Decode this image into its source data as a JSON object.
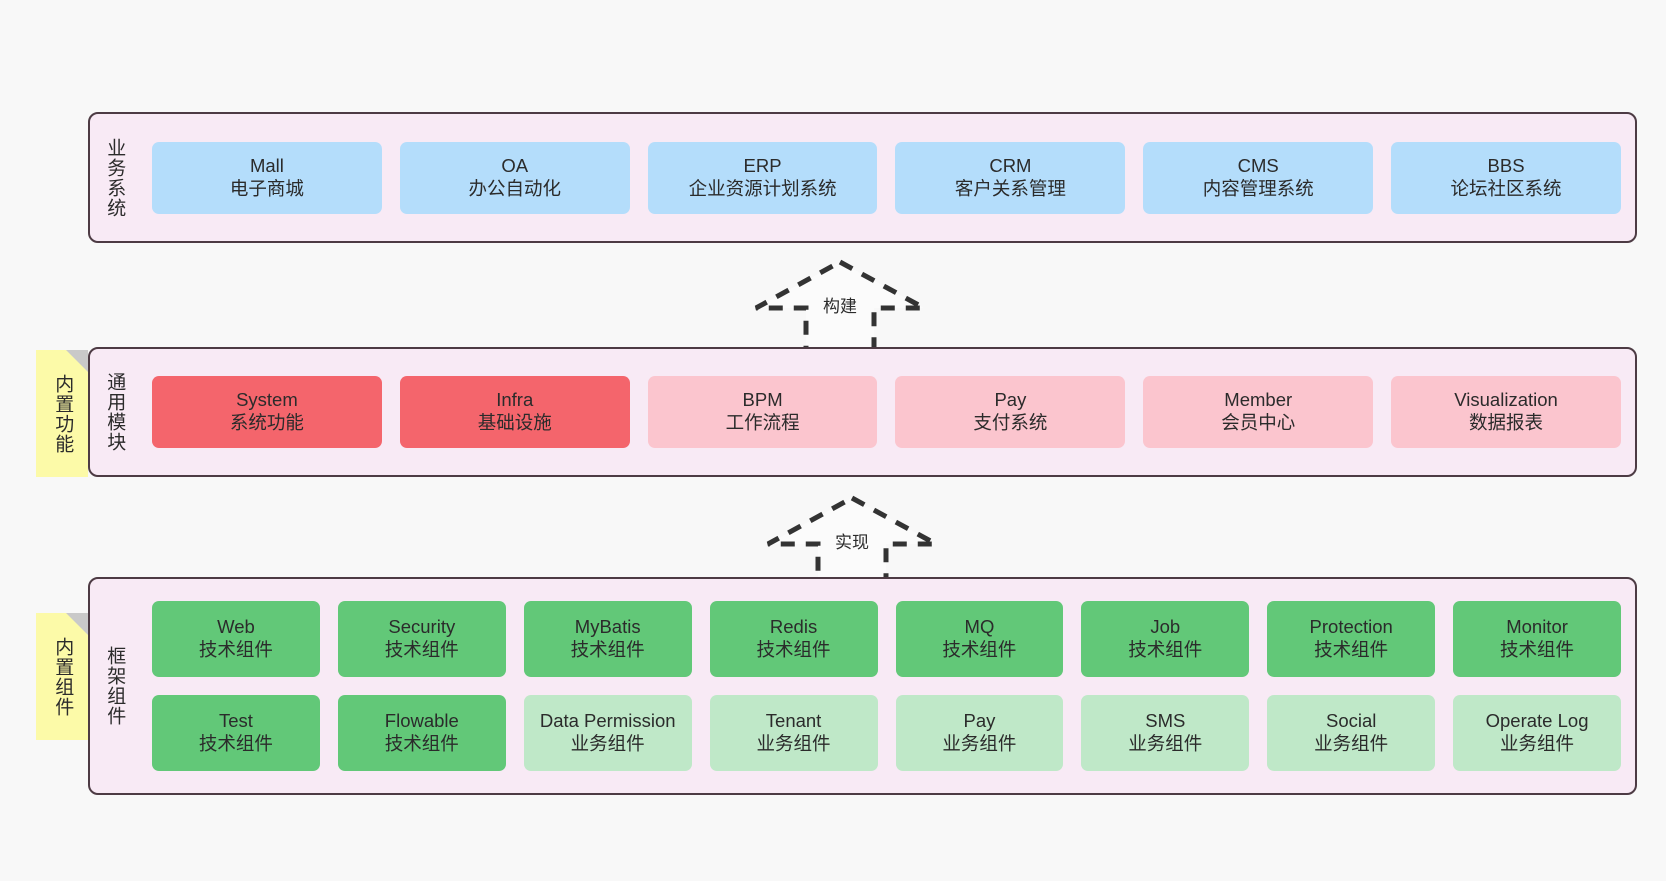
{
  "diagram": {
    "title": "Framework architecture layers",
    "colors": {
      "panel_background": "#f8eaf5",
      "panel_border": "#4d3b44",
      "business_card": "#b4ddfb",
      "module_core": "#f4656c",
      "module_optional": "#fbc5ce",
      "tech_component": "#62c878",
      "business_component": "#bfe8c8",
      "note_background": "#fcfaa8",
      "note_fold": "#c9c9c9",
      "canvas_background": "#f8f8f8",
      "text": "#2b2b2b"
    }
  },
  "layers": [
    {
      "id": "business",
      "title": "业务系统",
      "rows": [
        {
          "cards": [
            {
              "name": "Mall",
              "desc": "电子商城",
              "color": "c-blue"
            },
            {
              "name": "OA",
              "desc": "办公自动化",
              "color": "c-blue"
            },
            {
              "name": "ERP",
              "desc": "企业资源计划系统",
              "color": "c-blue"
            },
            {
              "name": "CRM",
              "desc": "客户关系管理",
              "color": "c-blue"
            },
            {
              "name": "CMS",
              "desc": "内容管理系统",
              "color": "c-blue"
            },
            {
              "name": "BBS",
              "desc": "论坛社区系统",
              "color": "c-blue"
            }
          ]
        }
      ]
    },
    {
      "id": "modules",
      "title": "通用模块",
      "rows": [
        {
          "cards": [
            {
              "name": "System",
              "desc": "系统功能",
              "color": "c-red"
            },
            {
              "name": "Infra",
              "desc": "基础设施",
              "color": "c-red"
            },
            {
              "name": "BPM",
              "desc": "工作流程",
              "color": "c-pink"
            },
            {
              "name": "Pay",
              "desc": "支付系统",
              "color": "c-pink"
            },
            {
              "name": "Member",
              "desc": "会员中心",
              "color": "c-pink"
            },
            {
              "name": "Visualization",
              "desc": "数据报表",
              "color": "c-pink"
            }
          ]
        }
      ]
    },
    {
      "id": "frame",
      "title": "框架组件",
      "rows": [
        {
          "cards": [
            {
              "name": "Web",
              "desc": "技术组件",
              "color": "c-green"
            },
            {
              "name": "Security",
              "desc": "技术组件",
              "color": "c-green"
            },
            {
              "name": "MyBatis",
              "desc": "技术组件",
              "color": "c-green"
            },
            {
              "name": "Redis",
              "desc": "技术组件",
              "color": "c-green"
            },
            {
              "name": "MQ",
              "desc": "技术组件",
              "color": "c-green"
            },
            {
              "name": "Job",
              "desc": "技术组件",
              "color": "c-green"
            },
            {
              "name": "Protection",
              "desc": "技术组件",
              "color": "c-green"
            },
            {
              "name": "Monitor",
              "desc": "技术组件",
              "color": "c-green"
            }
          ]
        },
        {
          "cards": [
            {
              "name": "Test",
              "desc": "技术组件",
              "color": "c-green"
            },
            {
              "name": "Flowable",
              "desc": "技术组件",
              "color": "c-green"
            },
            {
              "name": "Data Permission",
              "desc": "业务组件",
              "color": "c-lightgreen"
            },
            {
              "name": "Tenant",
              "desc": "业务组件",
              "color": "c-lightgreen"
            },
            {
              "name": "Pay",
              "desc": "业务组件",
              "color": "c-lightgreen"
            },
            {
              "name": "SMS",
              "desc": "业务组件",
              "color": "c-lightgreen"
            },
            {
              "name": "Social",
              "desc": "业务组件",
              "color": "c-lightgreen"
            },
            {
              "name": "Operate Log",
              "desc": "业务组件",
              "color": "c-lightgreen"
            }
          ]
        }
      ]
    }
  ],
  "notes": [
    {
      "id": "functions",
      "label": "内置功能"
    },
    {
      "id": "components",
      "label": "内置组件"
    }
  ],
  "arrows": [
    {
      "id": "build",
      "label": "构建"
    },
    {
      "id": "impl",
      "label": "实现"
    }
  ]
}
